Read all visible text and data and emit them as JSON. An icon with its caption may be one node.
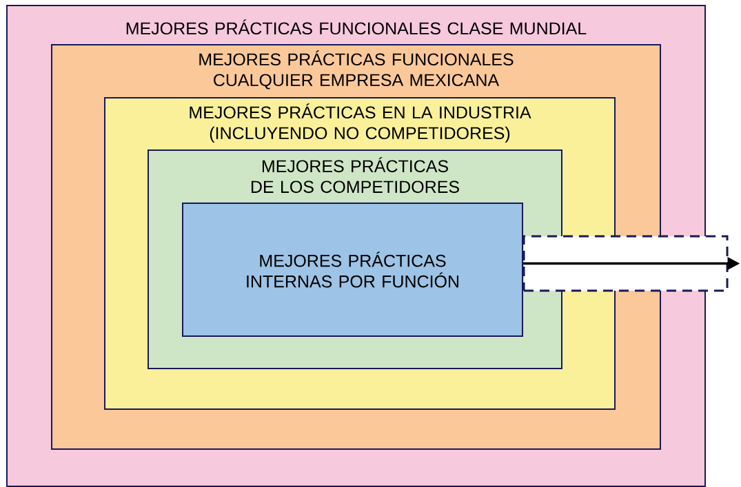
{
  "diagram": {
    "nodes": [
      {
        "text": [
          "MEJORES PRÁCTICAS FUNCIONALES CLASE MUNDIAL"
        ]
      },
      {
        "text": [
          "MEJORES PRÁCTICAS FUNCIONALES CUALQUIER EMPRESA MEXICANA"
        ],
        "in": 0
      },
      {
        "text": [
          "MEJORES PRÁCTICAS EN LA INDUSTRIA (INCLUYENDO NO COMPETIDORES)"
        ],
        "in": 1
      },
      {
        "text": [
          "MEJORES PRÁCTICAS DE LOS COMPETIDORES"
        ],
        "in": 2
      },
      {
        "text": [
          "MEJORES PRÁCTICAS INTERNAS POR FUNCIÓN"
        ],
        "in": 3
      },
      {
        "text": [],
        "shape": "box"
      }
    ],
    "edges": [
      {
        "from": 4,
        "to": 5,
        "arrow": "to"
      }
    ]
  }
}
